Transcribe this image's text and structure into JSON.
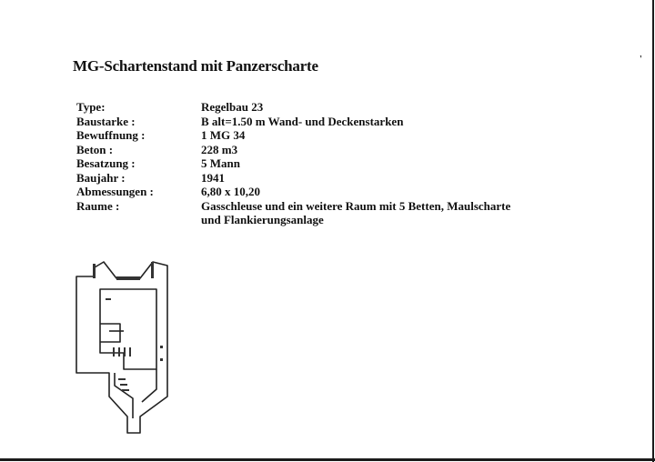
{
  "document": {
    "corner_mark": "'",
    "title": "MG-Schartenstand mit Panzerscharte",
    "specs": [
      {
        "label": "Type:",
        "value": "Regelbau 23"
      },
      {
        "label": "Baustarke :",
        "value": "B alt=1.50 m Wand- und Deckenstarken"
      },
      {
        "label": "Bewuffnung :",
        "value": "1 MG 34"
      },
      {
        "label": "Beton :",
        "value": "228 m3"
      },
      {
        "label": "Besatzung :",
        "value": "5  Mann"
      },
      {
        "label": "Baujahr :",
        "value": "1941"
      },
      {
        "label": "Abmessungen :",
        "value": "6,80 x 10,20"
      },
      {
        "label": "Raume  :",
        "value": "Gasschleuse und ein weitere Raum mit 5 Betten, Maulscharte",
        "value_line2": "und Flankierungsanlage"
      }
    ]
  }
}
